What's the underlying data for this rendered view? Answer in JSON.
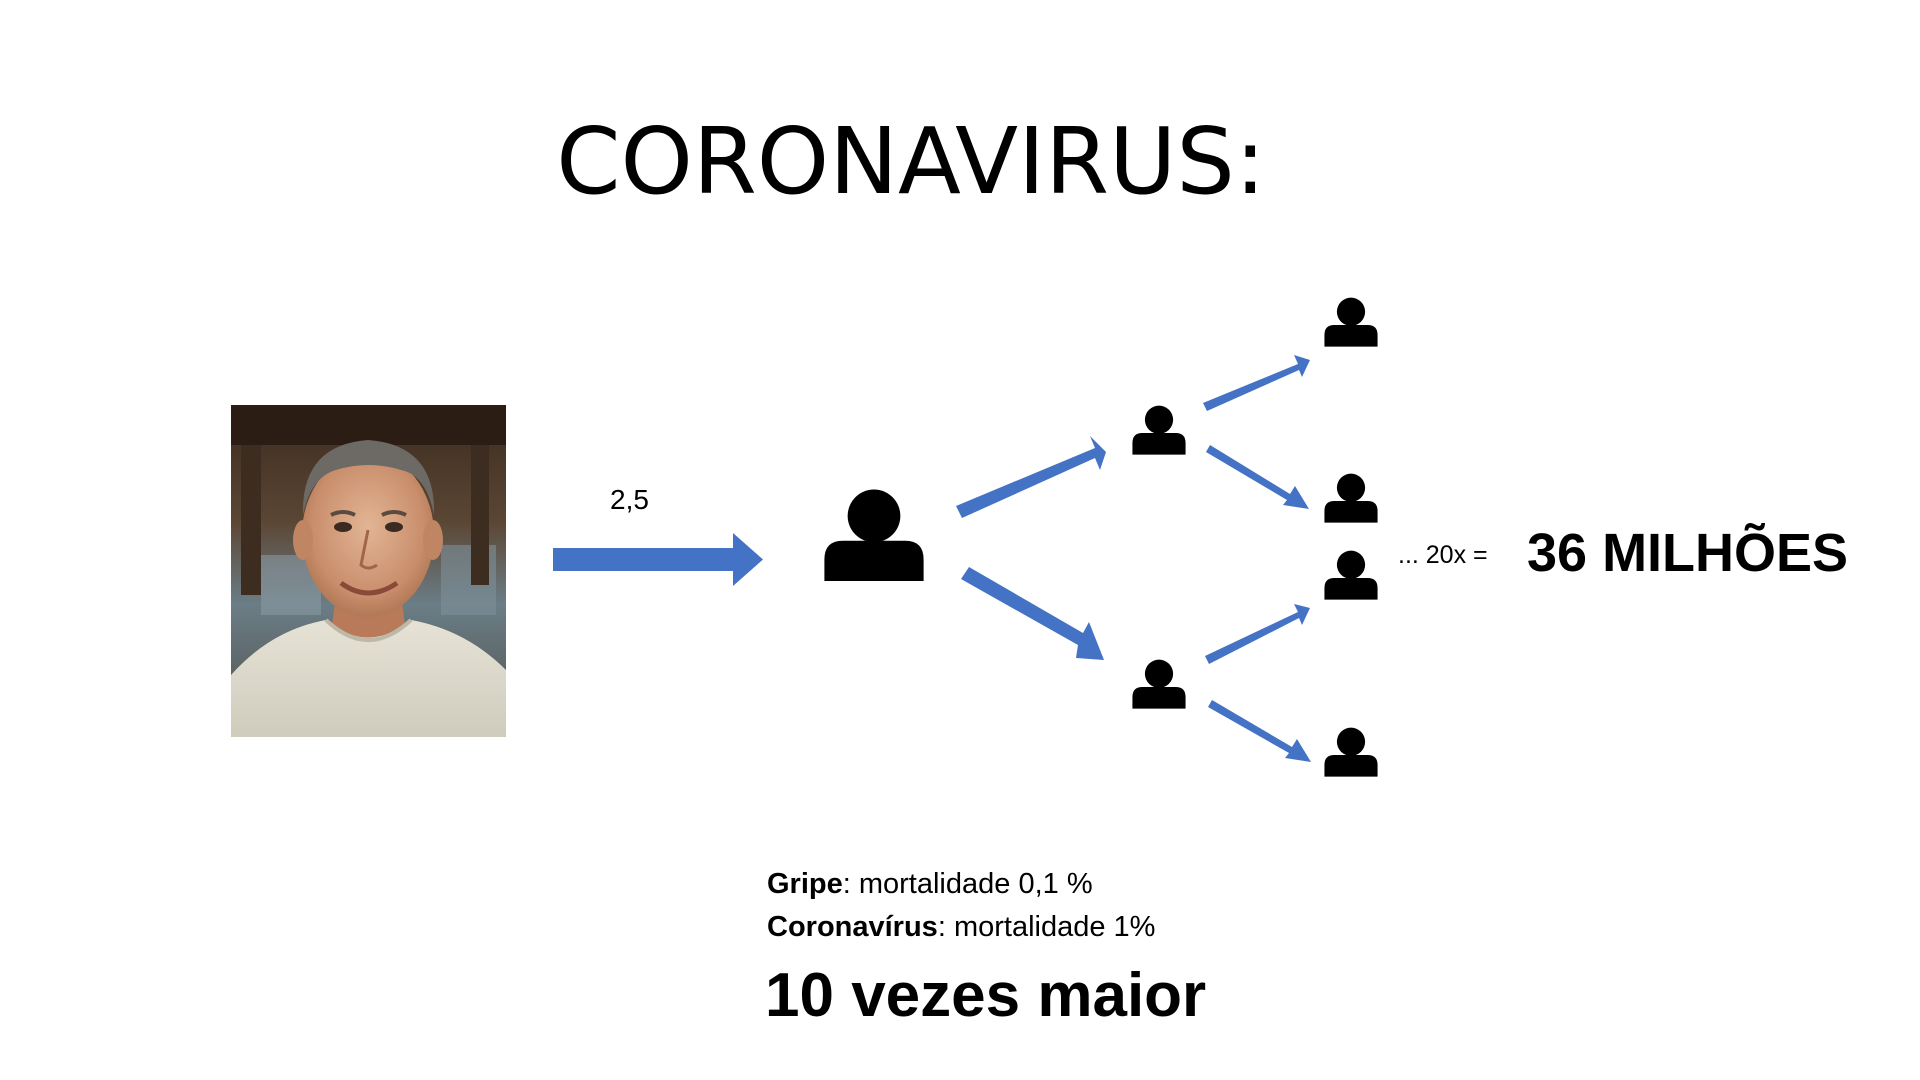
{
  "title": "CORONAVIRUS:",
  "diagram": {
    "transmission_rate": "2,5",
    "multiplier_text": "... 20x =",
    "total_infected": "36 MILHÕES",
    "arrow_color": "#4472C4",
    "person_icon": "person-icon",
    "photo_subject": "portrait of a smiling man in a light t-shirt"
  },
  "notes": {
    "flu_label": "Gripe",
    "flu_text": ": mortalidade 0,1 %",
    "covid_label": "Coronavírus",
    "covid_text": ": mortalidade 1%"
  },
  "conclusion": "10 vezes maior"
}
